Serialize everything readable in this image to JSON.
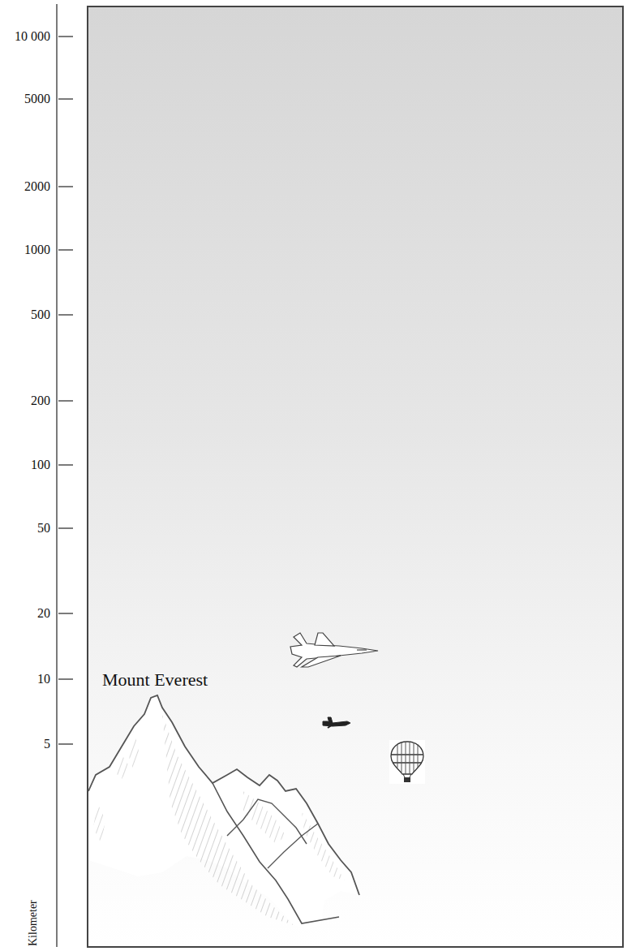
{
  "diagram": {
    "labels": [
      "10 000",
      "5000",
      "2000",
      "1000",
      "500",
      "200",
      "100",
      "50",
      "20",
      "10",
      "5",
      "Mount Everest",
      "Kilometer"
    ]
  }
}
